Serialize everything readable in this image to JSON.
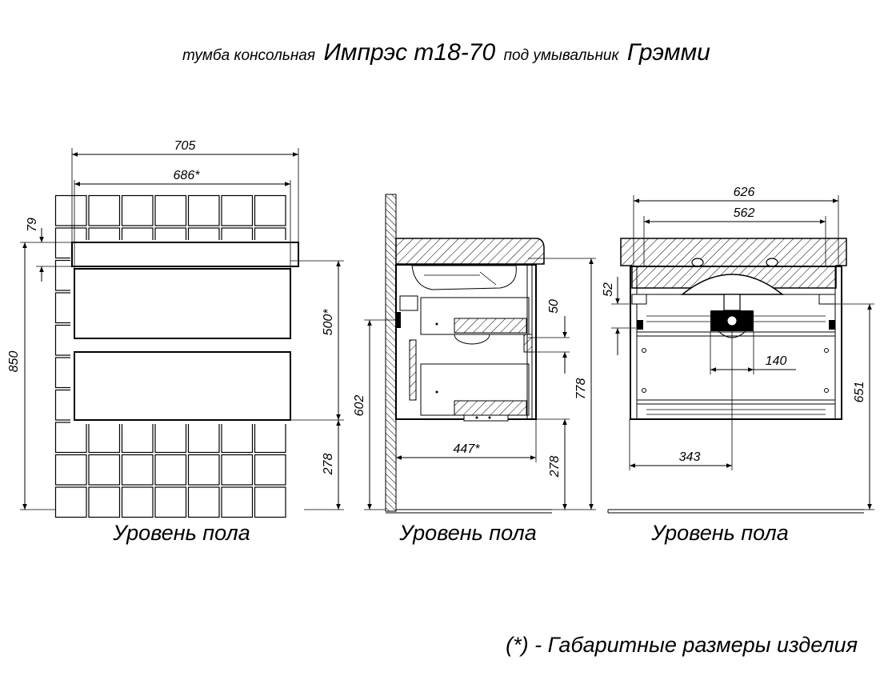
{
  "title": {
    "prefix": "тумба консольная",
    "model": "Импрэс т18-70",
    "middle": "под умывальник",
    "sink": "Грэмми"
  },
  "floor_label": "Уровень пола",
  "footnote": "(*) - Габаритные размеры изделия",
  "front_view": {
    "width_total": "705",
    "width_body": "686*",
    "height_total": "850",
    "top_thickness": "79",
    "body_height": "500*",
    "floor_clearance": "278"
  },
  "side_view": {
    "drawer_gap": "50",
    "mount_height": "602",
    "top_height": "778",
    "depth": "447*",
    "floor_clearance": "278"
  },
  "back_view": {
    "width_outer": "626",
    "width_inner": "562",
    "top_offset": "52",
    "pipe_width": "140",
    "pipe_offset": "343",
    "height": "651"
  },
  "colors": {
    "lines": "#000000",
    "background": "#ffffff"
  }
}
